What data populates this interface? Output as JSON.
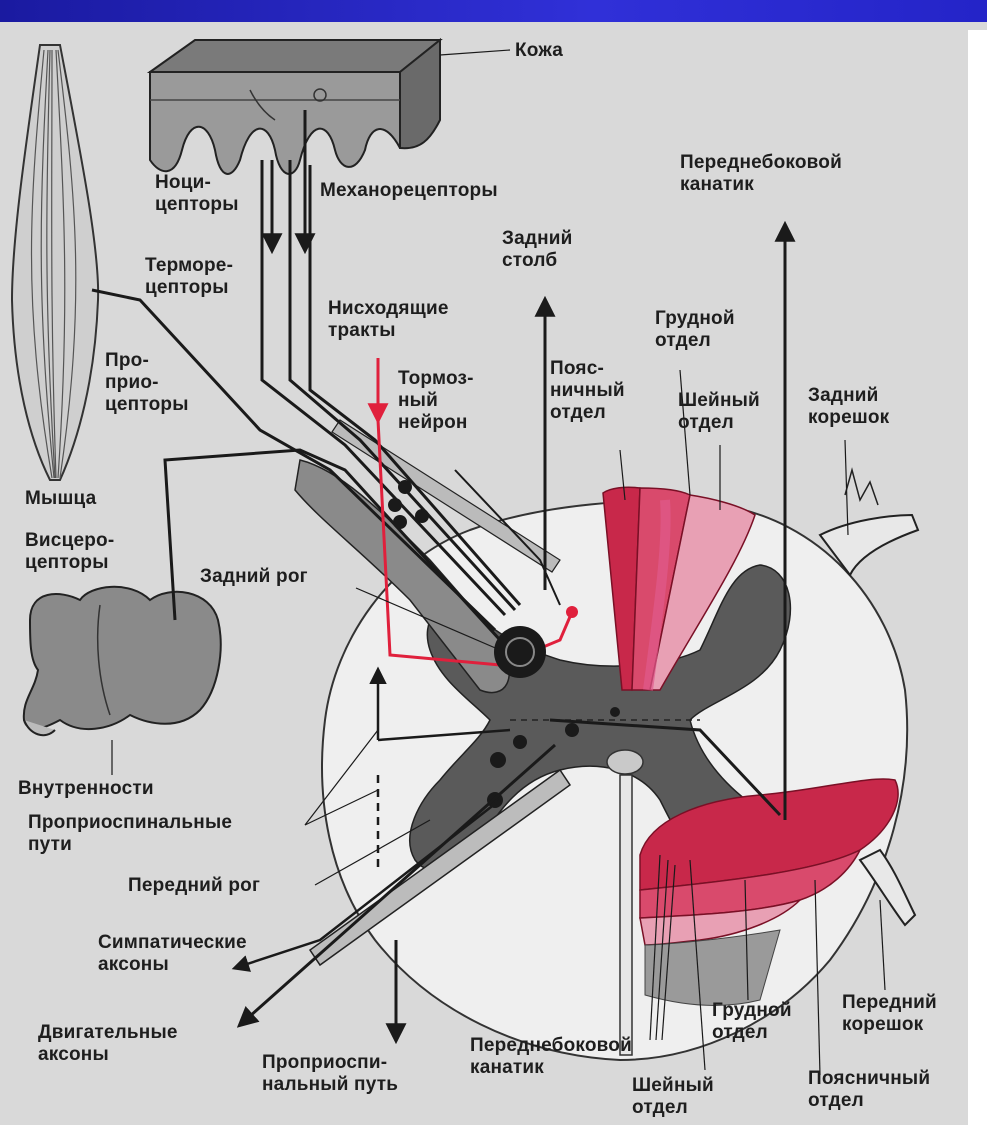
{
  "labels": {
    "kozha": "Кожа",
    "nocireceptory": "Ноци-\nцепторы",
    "mekhanoreceptory": "Механорецепторы",
    "termoreceptory": "Терморе-\nцепторы",
    "proprioreceptory": "Про-\nприо-\nцепторы",
    "myshca": "Мышца",
    "visceroreceptory": "Висцеро-\nцепторы",
    "vnutrennosti": "Внутренности",
    "proprio_puti": "Проприоспинальные\nпути",
    "peredniy_rog": "Передний рог",
    "simp_aksony": "Симпатические\nаксоны",
    "dvig_aksony": "Двигательные\nаксоны",
    "proprio_put": "Проприоспи-\nнальный путь",
    "zadniy_rog": "Задний рог",
    "nishodyashchie": "Нисходящие\nтракты",
    "tormozny": "Тормоз-\nный\nнейрон",
    "zadniy_stolb": "Задний\nстолб",
    "poyasnichny_top": "Пояс-\nничный\nотдел",
    "grudnoy_top": "Грудной\nотдел",
    "sheyny_top": "Шейный\nотдел",
    "perednebokovoy_top": "Переднебоковой\nканатик",
    "zadniy_koreshok": "Задний\nкорешок",
    "perednebokovoy_bottom": "Переднебоковой\nканатик",
    "sheyny_bottom": "Шейный\nотдел",
    "grudnoy_bottom": "Грудной\nотдел",
    "peredniy_koreshok": "Передний\nкорешок",
    "poyasnichny_bottom": "Поясничный\nотдел"
  },
  "colors": {
    "background": "#d9d9d9",
    "header_bar": "#2a2ad0",
    "tissue": "#efefef",
    "grey_matter": "#5a5a5a",
    "tract_dark_red": "#c8284a",
    "tract_pink": "#e05a8c",
    "tract_light_pink": "#e8a0b4",
    "descending_tract": "#e0203c",
    "line": "#1a1a1a"
  }
}
